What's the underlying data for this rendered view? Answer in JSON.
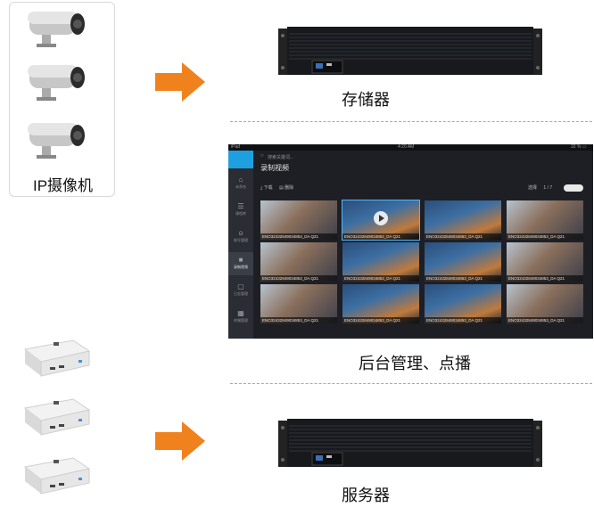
{
  "left_top": {
    "label": "IP摄像机",
    "camera_count": 3
  },
  "left_bottom": {
    "device_count": 3
  },
  "storage": {
    "caption": "存储器"
  },
  "management": {
    "caption": "后台管理、点播"
  },
  "server": {
    "caption": "服务器"
  },
  "colors": {
    "arrow": "#f0821e",
    "dash": "#e89a4a",
    "accent": "#1ea0e0"
  },
  "screenshot": {
    "status_left": "iPad",
    "status_center": "4:20 AM",
    "status_right": "32 % ▭",
    "search_placeholder": "搜索关键词...",
    "title": "录制视频",
    "download": "下载",
    "delete": "删除",
    "select": "选择",
    "page": "1 / 7",
    "sidebar": [
      "未命名",
      "课程库",
      "账号管理",
      "录制视频",
      "日志管理",
      "终端管理"
    ],
    "clip_caption": "ENO32432849034853_DA Q21",
    "clips": [
      "ENO32432849034853_DA Q21",
      "ENO32432849034853_DA Q21",
      "ENO32432849034853_DA Q21",
      "ENO32432849034853_DA Q21",
      "ENO32432849034853_DA Q21",
      "ENO32432849034853_DA Q21",
      "ENO32432849034853_DA Q21",
      "ENO32432849034853_DA Q21",
      "ENO32432849034853_DA Q21",
      "ENO32432849034853_DA Q21",
      "ENO32432849034853_DA Q21",
      "ENO32432849034853_DA Q21"
    ]
  }
}
